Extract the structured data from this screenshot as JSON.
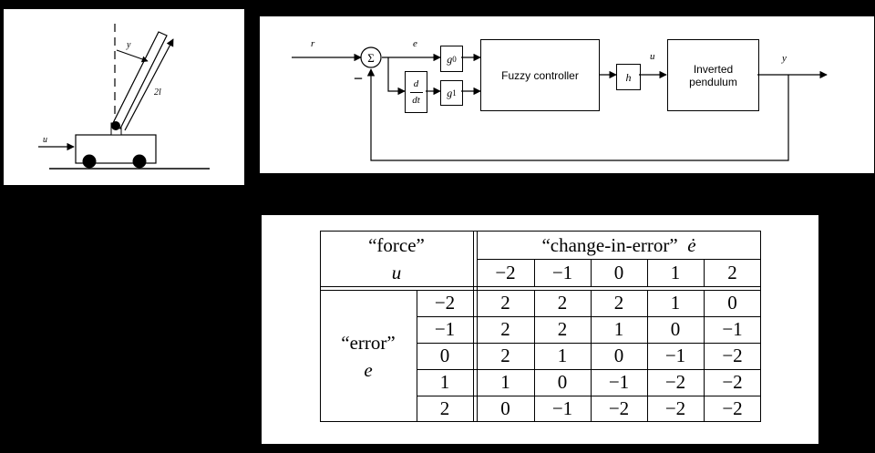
{
  "cart_diagram": {
    "labels": {
      "input": "u",
      "angle": "y",
      "length": "2l"
    }
  },
  "block_diagram": {
    "signals": {
      "reference": "r",
      "error": "e",
      "control": "u",
      "output": "y"
    },
    "summer": {
      "symbol": "Σ",
      "minus_sign": "−"
    },
    "derivative": {
      "numerator": "d",
      "denominator": "dt"
    },
    "gains": {
      "g0": {
        "base": "g",
        "sub": "0"
      },
      "g1": {
        "base": "g",
        "sub": "1"
      },
      "h": "h"
    },
    "blocks": {
      "controller": "Fuzzy controller",
      "plant_line1": "Inverted",
      "plant_line2": "pendulum"
    }
  },
  "rule_table": {
    "corner": {
      "title": "“force”",
      "symbol": "u"
    },
    "column_header": {
      "title": "“change-in-error”",
      "symbol": "ė"
    },
    "column_values": [
      "−2",
      "−1",
      "0",
      "1",
      "2"
    ],
    "row_header": {
      "title": "“error”",
      "symbol": "e"
    },
    "row_values": [
      "−2",
      "−1",
      "0",
      "1",
      "2"
    ],
    "rows": [
      [
        "2",
        "2",
        "2",
        "1",
        "0"
      ],
      [
        "2",
        "2",
        "1",
        "0",
        "−1"
      ],
      [
        "2",
        "1",
        "0",
        "−1",
        "−2"
      ],
      [
        "1",
        "0",
        "−1",
        "−2",
        "−2"
      ],
      [
        "0",
        "−1",
        "−2",
        "−2",
        "−2"
      ]
    ]
  }
}
